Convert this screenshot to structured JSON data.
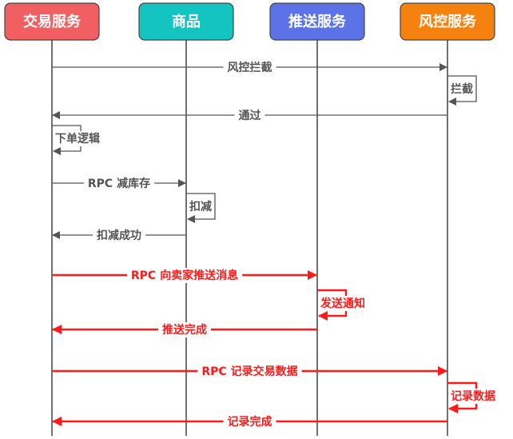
{
  "actors": [
    {
      "id": "trade",
      "label": "交易服务",
      "color": "#f25f63"
    },
    {
      "id": "goods",
      "label": "商品",
      "color": "#14c4c0"
    },
    {
      "id": "push",
      "label": "推送服务",
      "color": "#5b73e6"
    },
    {
      "id": "risk",
      "label": "风控服务",
      "color": "#f5820e"
    }
  ],
  "messages": [
    {
      "from": "trade",
      "to": "risk",
      "label": "风控拦截",
      "color": "#555555"
    },
    {
      "from": "risk",
      "to": "risk",
      "label": "拦截",
      "color": "#555555"
    },
    {
      "from": "risk",
      "to": "trade",
      "label": "通过",
      "color": "#555555"
    },
    {
      "from": "trade",
      "to": "trade",
      "label": "下单逻辑",
      "color": "#555555"
    },
    {
      "from": "trade",
      "to": "goods",
      "label": "RPC 减库存",
      "color": "#555555"
    },
    {
      "from": "goods",
      "to": "goods",
      "label": "扣减",
      "color": "#555555"
    },
    {
      "from": "goods",
      "to": "trade",
      "label": "扣减成功",
      "color": "#555555"
    },
    {
      "from": "trade",
      "to": "push",
      "label": "RPC 向卖家推送消息",
      "color": "#ff1a1a"
    },
    {
      "from": "push",
      "to": "push",
      "label": "发送通知",
      "color": "#ff1a1a"
    },
    {
      "from": "push",
      "to": "trade",
      "label": "推送完成",
      "color": "#ff1a1a"
    },
    {
      "from": "trade",
      "to": "risk",
      "label": "RPC 记录交易数据",
      "color": "#ff1a1a"
    },
    {
      "from": "risk",
      "to": "risk",
      "label": "记录数据",
      "color": "#ff1a1a"
    },
    {
      "from": "risk",
      "to": "trade",
      "label": "记录完成",
      "color": "#ff1a1a"
    }
  ]
}
